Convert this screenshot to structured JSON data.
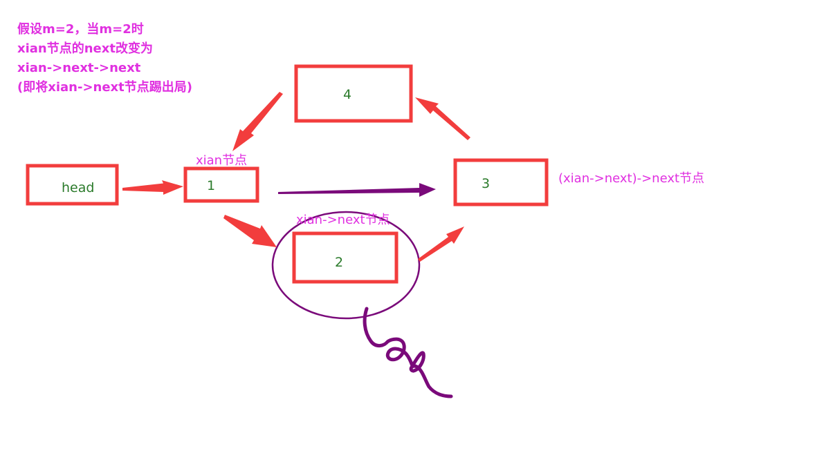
{
  "note": {
    "lines": [
      "假设m=2，当m=2时",
      "xian节点的next改变为",
      "xian->next->next",
      "(即将xian->next节点踢出局)"
    ]
  },
  "nodes": {
    "head": "head",
    "n1": "1",
    "n2": "2",
    "n3": "3",
    "n4": "4"
  },
  "labels": {
    "xian": "xian节点",
    "xian_next": "xian->next节点",
    "xian_next_next": "(xian->next)->next节点"
  },
  "colors": {
    "box_border": "#f23d3d",
    "arrow": "#f23d3d",
    "new_link": "#7a0a7a",
    "highlight_ellipse": "#7a0a7a",
    "node_text": "#2a7a2a",
    "annotation_text": "#e030e0"
  }
}
